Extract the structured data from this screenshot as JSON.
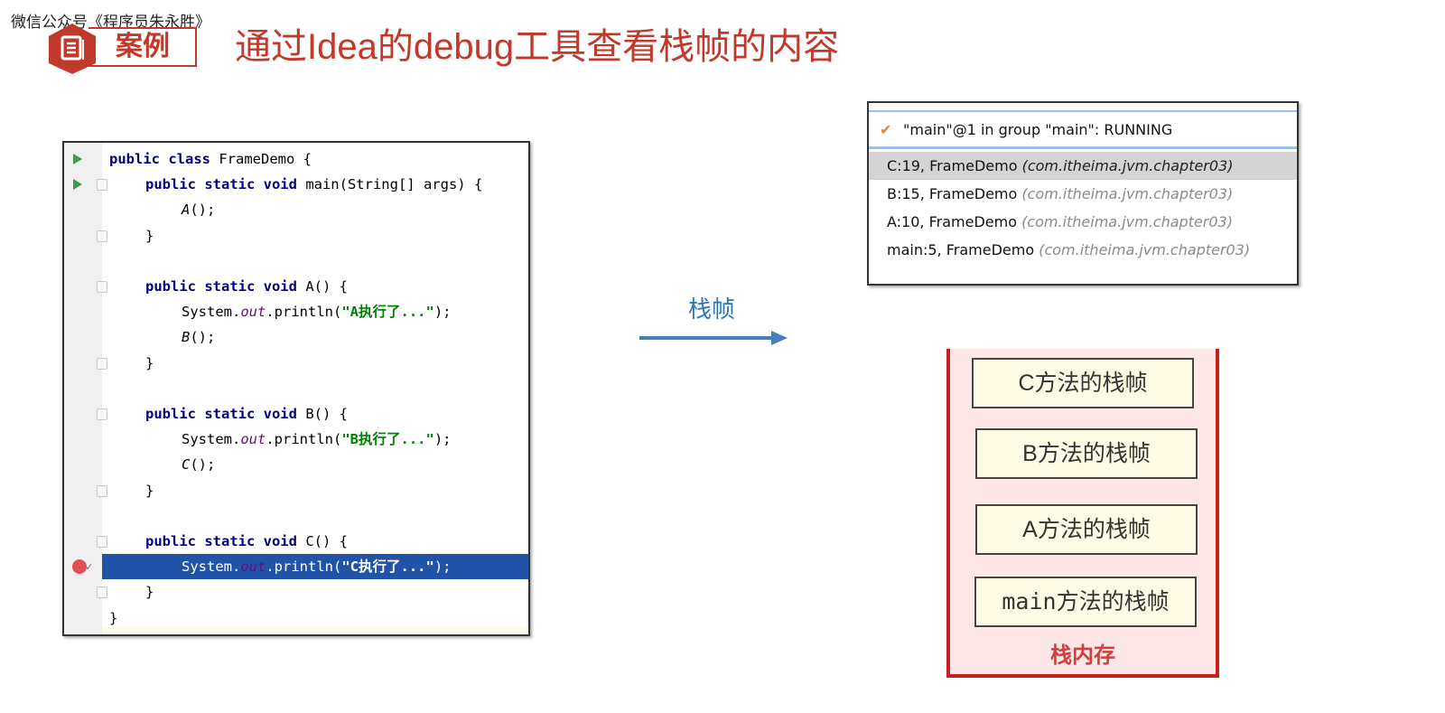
{
  "watermark": "微信公众号《程序员朱永胜》",
  "header": {
    "badge_icon": "document-icon",
    "badge_label": "案例",
    "title": "通过Idea的debug工具查看栈帧的内容"
  },
  "colors": {
    "accent_red": "#c0392b",
    "arrow_blue": "#2e75b6",
    "highlight_blue": "#2154a8",
    "stack_border": "#c81e1e"
  },
  "editor": {
    "lines": [
      {
        "tokens": [
          {
            "t": "public class ",
            "c": "kw"
          },
          {
            "t": "FrameDemo {",
            "c": ""
          }
        ],
        "gutter": "run",
        "indent": 0
      },
      {
        "tokens": [
          {
            "t": "public static void ",
            "c": "kw"
          },
          {
            "t": "main(String[] args) {",
            "c": ""
          }
        ],
        "gutter": "run-fold",
        "indent": 1
      },
      {
        "tokens": [
          {
            "t": "A",
            "c": "it"
          },
          {
            "t": "();",
            "c": ""
          }
        ],
        "gutter": "",
        "indent": 2
      },
      {
        "tokens": [
          {
            "t": "}",
            "c": ""
          }
        ],
        "gutter": "fold",
        "indent": 1
      },
      {
        "tokens": [],
        "gutter": "",
        "indent": 0
      },
      {
        "tokens": [
          {
            "t": "public static void ",
            "c": "kw"
          },
          {
            "t": "A() {",
            "c": ""
          }
        ],
        "gutter": "fold",
        "indent": 1
      },
      {
        "tokens": [
          {
            "t": "System.",
            "c": ""
          },
          {
            "t": "out",
            "c": "fld"
          },
          {
            "t": ".println(",
            "c": ""
          },
          {
            "t": "\"A执行了...\"",
            "c": "str"
          },
          {
            "t": ");",
            "c": ""
          }
        ],
        "gutter": "",
        "indent": 2
      },
      {
        "tokens": [
          {
            "t": "B",
            "c": "it"
          },
          {
            "t": "();",
            "c": ""
          }
        ],
        "gutter": "",
        "indent": 2
      },
      {
        "tokens": [
          {
            "t": "}",
            "c": ""
          }
        ],
        "gutter": "fold",
        "indent": 1
      },
      {
        "tokens": [],
        "gutter": "",
        "indent": 0
      },
      {
        "tokens": [
          {
            "t": "public static void ",
            "c": "kw"
          },
          {
            "t": "B() {",
            "c": ""
          }
        ],
        "gutter": "fold",
        "indent": 1
      },
      {
        "tokens": [
          {
            "t": "System.",
            "c": ""
          },
          {
            "t": "out",
            "c": "fld"
          },
          {
            "t": ".println(",
            "c": ""
          },
          {
            "t": "\"B执行了...\"",
            "c": "str"
          },
          {
            "t": ");",
            "c": ""
          }
        ],
        "gutter": "",
        "indent": 2
      },
      {
        "tokens": [
          {
            "t": "C",
            "c": "it"
          },
          {
            "t": "();",
            "c": ""
          }
        ],
        "gutter": "",
        "indent": 2
      },
      {
        "tokens": [
          {
            "t": "}",
            "c": ""
          }
        ],
        "gutter": "fold",
        "indent": 1
      },
      {
        "tokens": [],
        "gutter": "",
        "indent": 0
      },
      {
        "tokens": [
          {
            "t": "public static void ",
            "c": "kw"
          },
          {
            "t": "C() {",
            "c": ""
          }
        ],
        "gutter": "fold",
        "indent": 1
      },
      {
        "tokens": [
          {
            "t": "System.",
            "c": ""
          },
          {
            "t": "out",
            "c": "fld"
          },
          {
            "t": ".println(",
            "c": ""
          },
          {
            "t": "\"C执行了...\"",
            "c": "str"
          },
          {
            "t": ");",
            "c": ""
          }
        ],
        "gutter": "breakpoint",
        "indent": 2,
        "highlight": true
      },
      {
        "tokens": [
          {
            "t": "}",
            "c": ""
          }
        ],
        "gutter": "fold",
        "indent": 1
      },
      {
        "tokens": [
          {
            "t": "}",
            "c": ""
          }
        ],
        "gutter": "",
        "indent": 0
      }
    ]
  },
  "arrow": {
    "label": "栈帧"
  },
  "frames_panel": {
    "thread": "\"main\"@1 in group \"main\": RUNNING",
    "frames": [
      {
        "location": "C:19, FrameDemo",
        "package": "(com.itheima.jvm.chapter03)",
        "selected": true
      },
      {
        "location": "B:15, FrameDemo",
        "package": "(com.itheima.jvm.chapter03)",
        "selected": false
      },
      {
        "location": "A:10, FrameDemo",
        "package": "(com.itheima.jvm.chapter03)",
        "selected": false
      },
      {
        "location": "main:5, FrameDemo",
        "package": "(com.itheima.jvm.chapter03)",
        "selected": false
      }
    ]
  },
  "stack_memory": {
    "frames": [
      {
        "method": "C",
        "suffix": "方法的栈帧"
      },
      {
        "method": "B",
        "suffix": "方法的栈帧"
      },
      {
        "method": "A",
        "suffix": "方法的栈帧"
      },
      {
        "method": "main",
        "suffix": "方法的栈帧"
      }
    ],
    "label": "栈内存"
  }
}
